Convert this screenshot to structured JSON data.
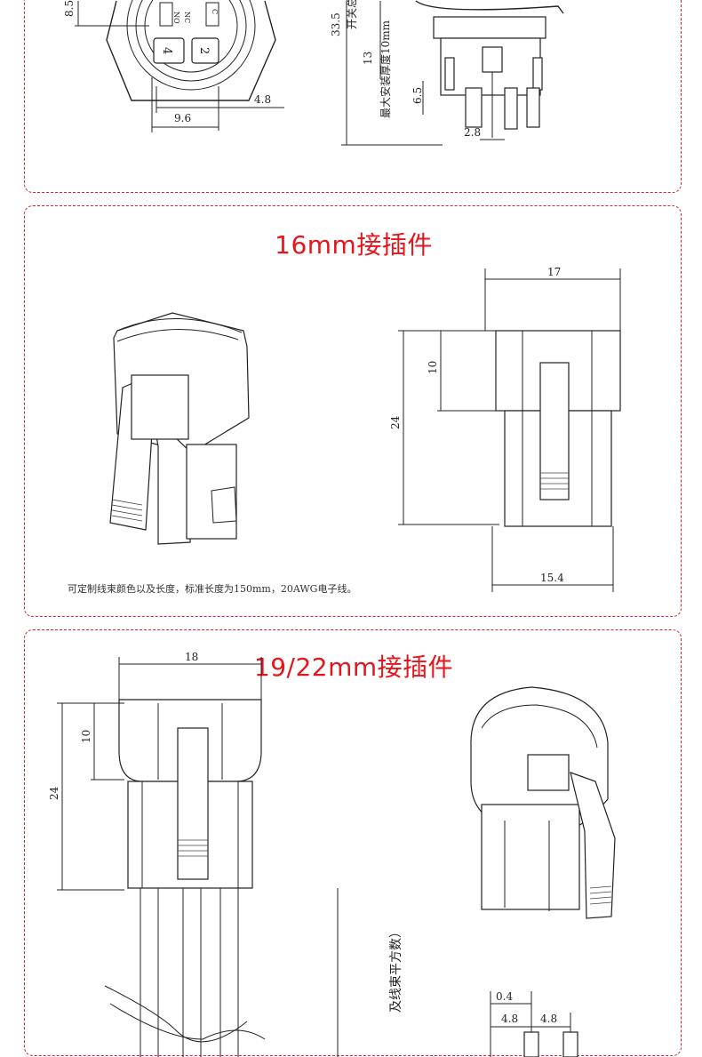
{
  "top": {
    "dims": {
      "d85": "8.5",
      "d48": "4.8",
      "d96": "9.6",
      "d335": "33.5",
      "d13": "13",
      "d65": "6.5",
      "d28": "2.8"
    },
    "labels": {
      "total_length": "开关总长",
      "max_thickness": "最大安装厚度10mm"
    },
    "terminals": {
      "t4": "4",
      "t2": "2",
      "nc": "NC",
      "no": "NO",
      "c": "C"
    }
  },
  "mid": {
    "title": "16mm接插件",
    "dims": {
      "d17": "17",
      "d10": "10",
      "d24": "24",
      "d154": "15.4"
    },
    "note": "可定制线束颜色以及长度，标准长度为150mm，20AWG电子线。"
  },
  "bot": {
    "title": "19/22mm接插件",
    "dims": {
      "d18": "18",
      "d10": "10",
      "d24": "24",
      "d04": "0.4",
      "d48a": "4.8",
      "d48b": "4.8"
    },
    "cable_text": "及线束平方数）"
  }
}
